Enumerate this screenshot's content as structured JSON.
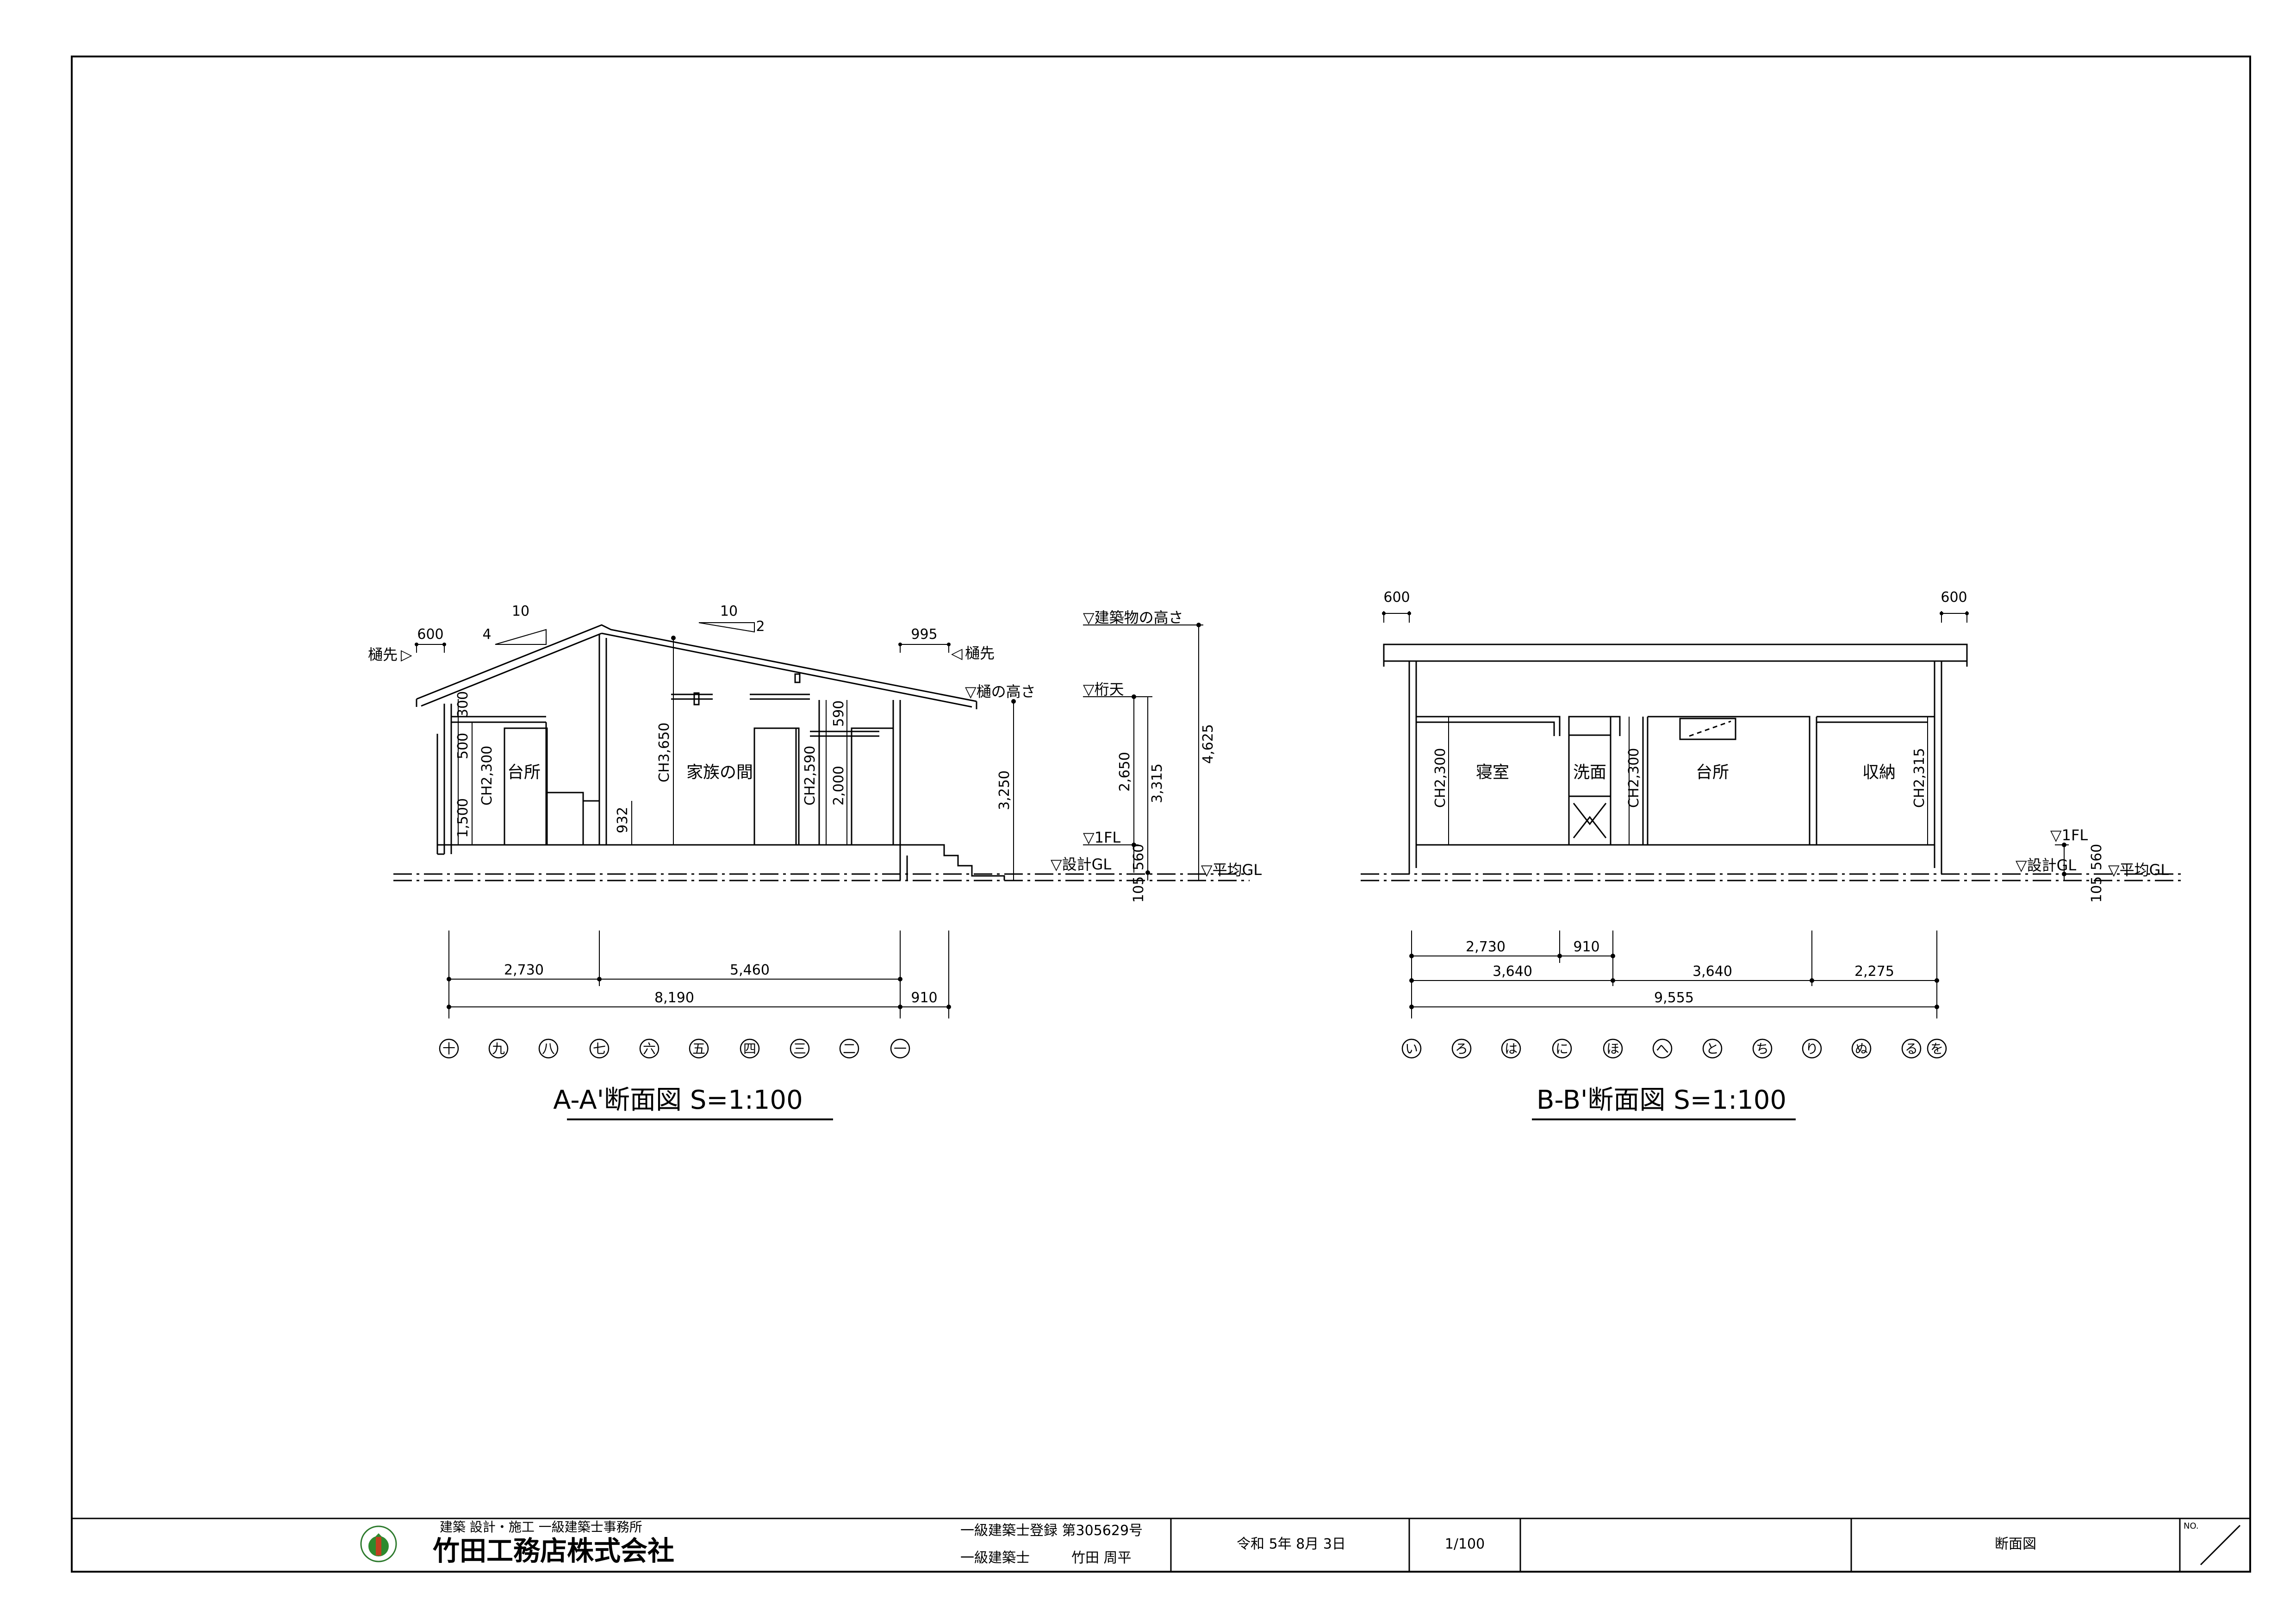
{
  "section_aa": {
    "title": "A-A'断面図 S=1:100",
    "rooms": [
      "台所",
      "家族の間"
    ],
    "ceiling_labels": [
      "CH2,300",
      "CH3,650",
      "CH2,590"
    ],
    "heights": [
      "300",
      "500",
      "1,500",
      "932",
      "590",
      "2,000",
      "3,250",
      "2,650",
      "3,315",
      "4,625",
      "560",
      "105"
    ],
    "eave_left": "樋先",
    "eave_right": "樋先",
    "eave_dims": [
      "600",
      "995"
    ],
    "pitch": {
      "run": "10",
      "rise_left": "4",
      "rise_right": "2"
    },
    "levels": [
      "▽建築物の高さ",
      "▽桁天",
      "▽樋の高さ",
      "▽1FL",
      "▽設計GL",
      "▽平均GL"
    ],
    "dims_row1": [
      "2,730",
      "5,460"
    ],
    "dims_row2": [
      "8,190",
      "910"
    ],
    "axes": [
      "十",
      "九",
      "八",
      "七",
      "六",
      "五",
      "四",
      "三",
      "二",
      "一"
    ]
  },
  "section_bb": {
    "title": "B-B'断面図 S=1:100",
    "rooms": [
      "寝室",
      "洗面",
      "台所",
      "収納"
    ],
    "ceiling_labels": [
      "CH2,300",
      "CH2,300",
      "CH2,315"
    ],
    "eave_dims": [
      "600",
      "600"
    ],
    "levels": [
      "▽1FL",
      "▽設計GL",
      "▽平均GL"
    ],
    "heights": [
      "560",
      "105"
    ],
    "dims_row1": [
      "2,730",
      "910"
    ],
    "dims_row2": [
      "3,640",
      "3,640",
      "2,275"
    ],
    "dims_row3": [
      "9,555"
    ],
    "axes": [
      "い",
      "ろ",
      "は",
      "に",
      "ほ",
      "へ",
      "と",
      "ち",
      "り",
      "ぬ",
      "る",
      "を"
    ]
  },
  "title_block": {
    "company_sub": "建築 設計・施工  一級建築士事務所",
    "company": "竹田工務店株式会社",
    "registration": "一級建築士登録  第305629号",
    "architect_label": "一級建築士",
    "architect_name": "竹田  周平",
    "date": "令和  5年  8月  3日",
    "scale": "1/100",
    "drawing_name": "断面図",
    "no_label": "NO."
  },
  "colors": {
    "line": "#000000",
    "background": "#ffffff"
  }
}
